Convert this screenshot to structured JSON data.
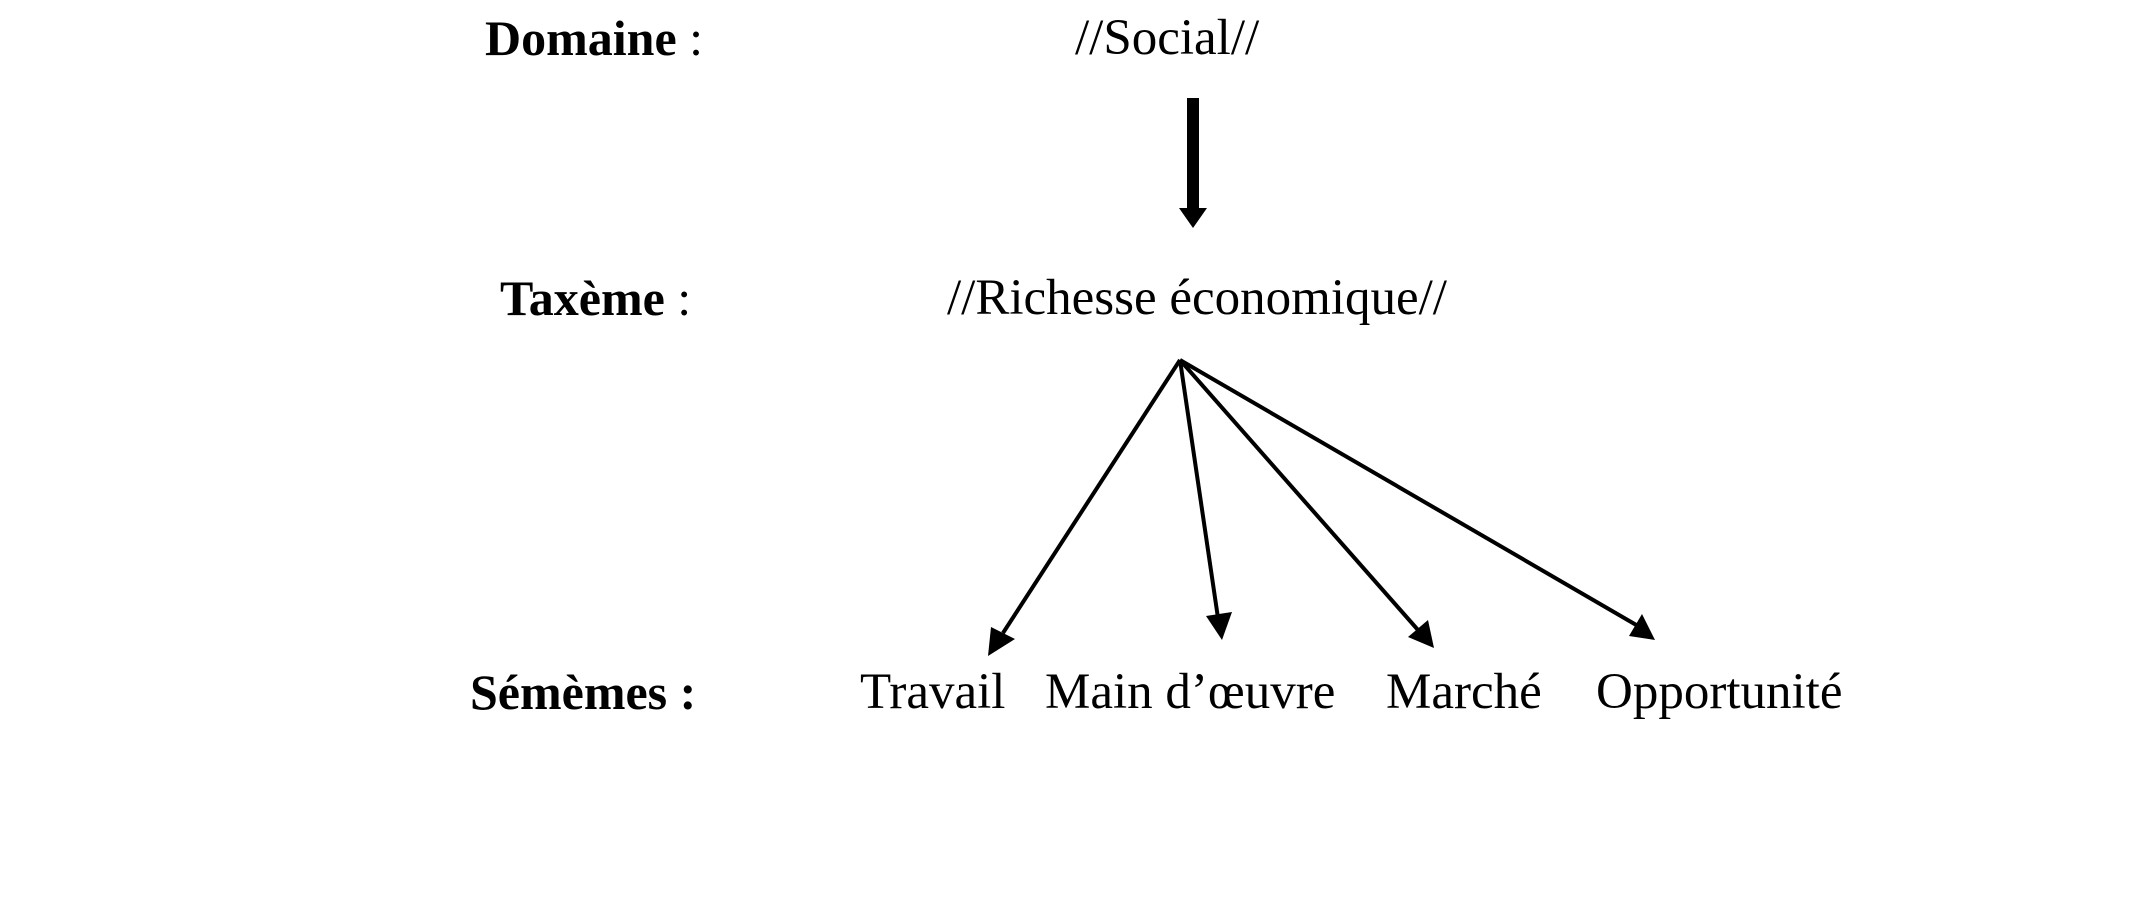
{
  "levels": {
    "domaine": {
      "label": "Domaine",
      "sep": " :"
    },
    "taxeme": {
      "label": "Taxème",
      "sep": " :"
    },
    "sememes": {
      "label": "Sémèmes :"
    }
  },
  "nodes": {
    "domain": "//Social//",
    "taxeme": "//Richesse économique//",
    "sememes": [
      "Travail",
      "Main d’œuvre",
      "Marché",
      "Opportunité"
    ]
  },
  "colors": {
    "ink": "#000000",
    "background": "#ffffff"
  }
}
